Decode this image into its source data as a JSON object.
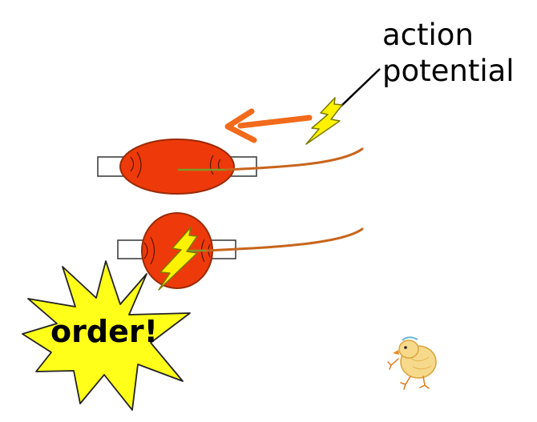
{
  "labels": {
    "action_line1": "action",
    "action_line2": "potential",
    "order": "order!"
  },
  "colors": {
    "muscle_fill": "#ee3a0a",
    "muscle_stroke": "#9a2a05",
    "nerve": "#c8651c",
    "arrow": "#f26a1b",
    "bolt_fill": "#fff200",
    "bolt_stroke": "#7a7a00",
    "starburst_fill": "#ffff1a",
    "tendon_stroke": "#333333"
  },
  "icons": {
    "lightning": "lightning-bolt-icon",
    "chick": "chick-icon",
    "starburst": "starburst-icon"
  }
}
